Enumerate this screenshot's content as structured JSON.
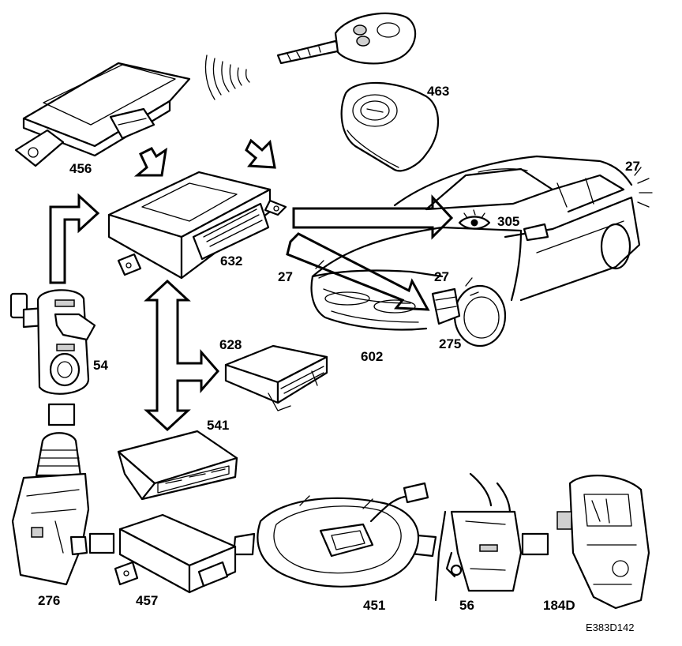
{
  "labels": {
    "p456": "456",
    "p463": "463",
    "p632": "632",
    "p628": "628",
    "p541": "541",
    "p54": "54",
    "p276": "276",
    "p457": "457",
    "p451": "451",
    "p56": "56",
    "p184d": "184D",
    "p602": "602",
    "p305": "305",
    "p275": "275",
    "p27_front": "27",
    "p27_right": "27",
    "p27_rear": "27"
  },
  "figure_code": "E383D142"
}
